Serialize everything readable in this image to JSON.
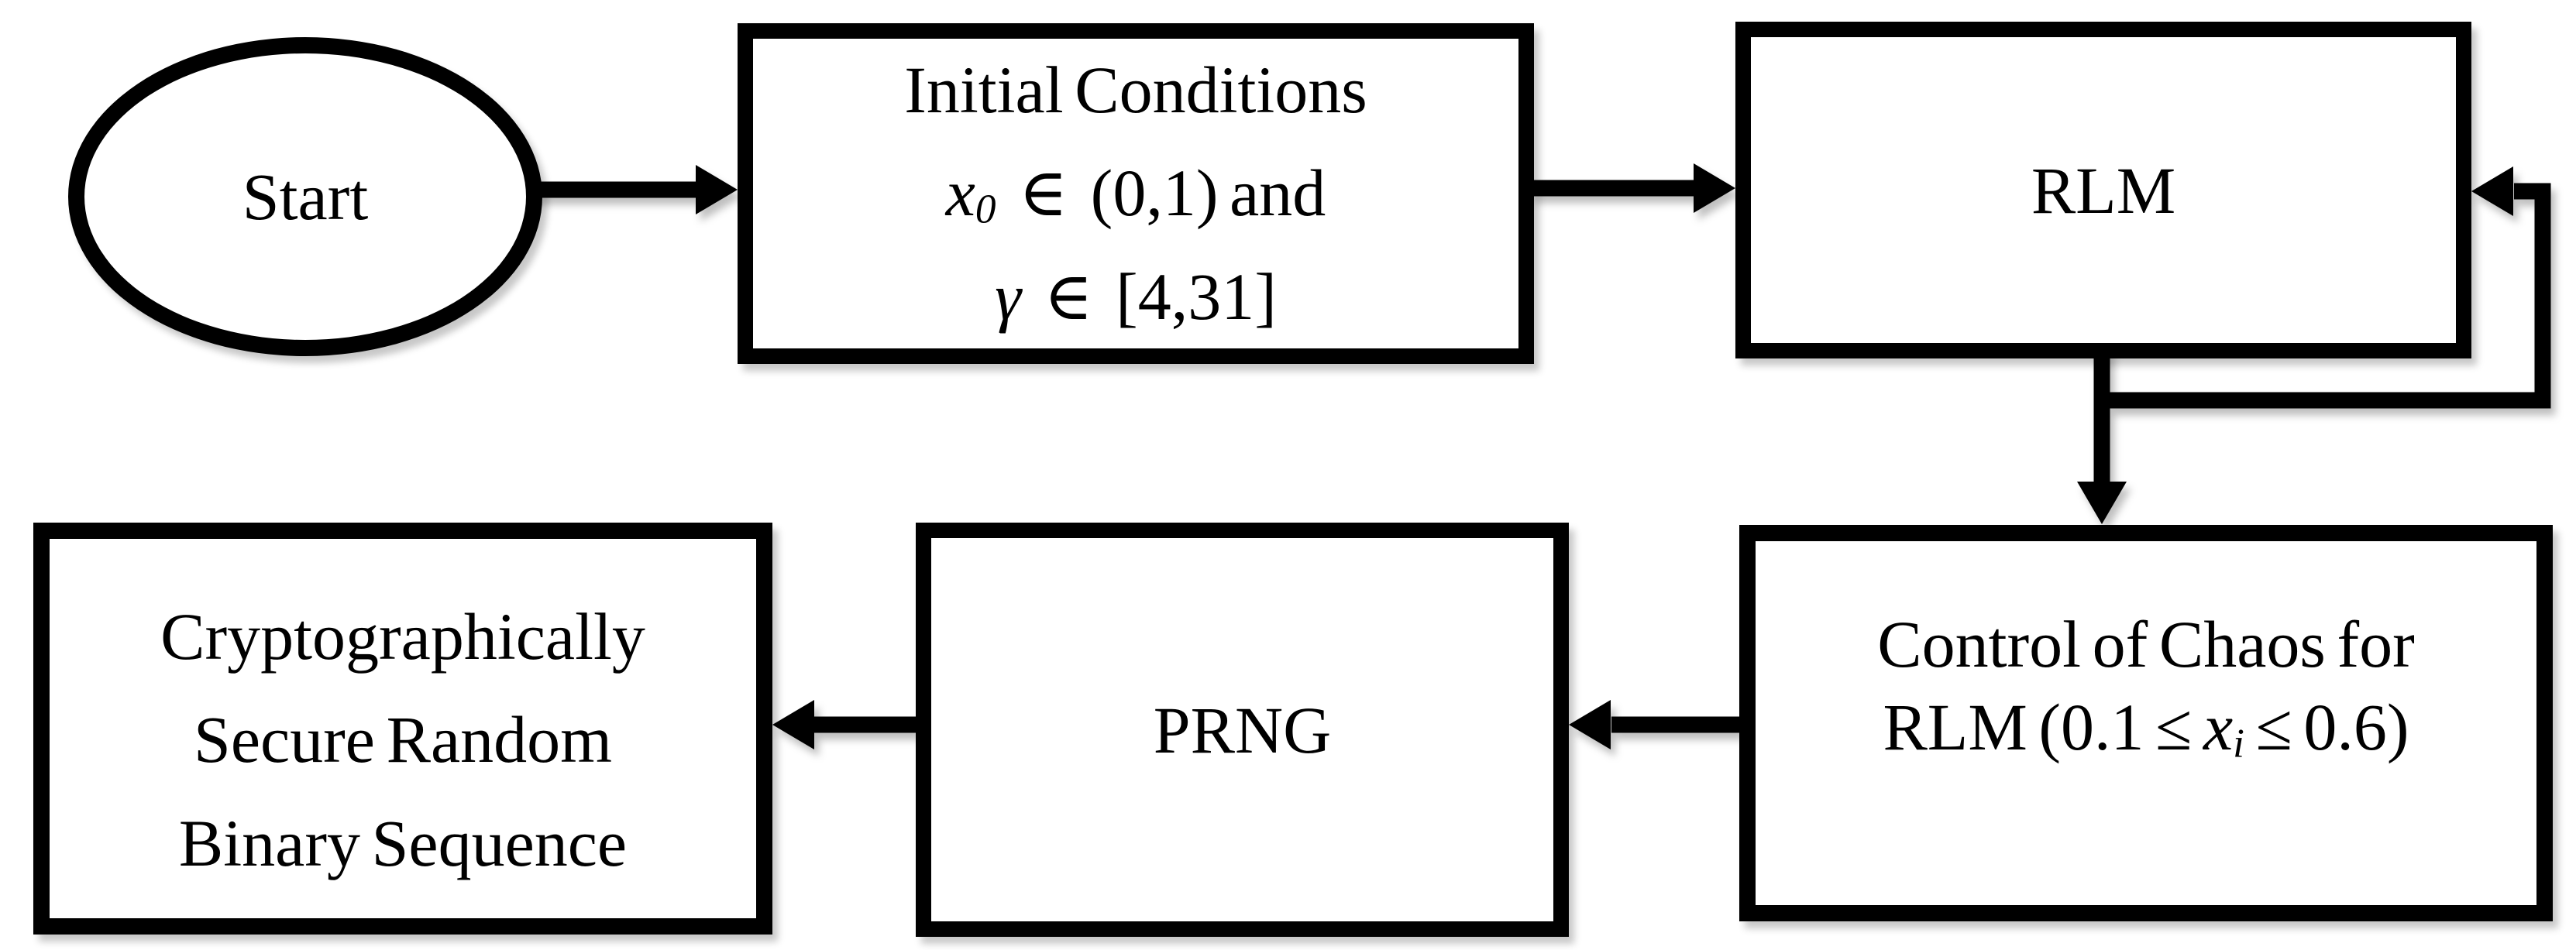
{
  "figure": {
    "type": "flowchart",
    "colors": {
      "ink": "#000000",
      "background": "#ffffff"
    },
    "nodes": {
      "start": {
        "shape": "ellipse",
        "label": "Start"
      },
      "initial_conditions": {
        "shape": "rect",
        "line1": "Initial Conditions",
        "line2_var": "x",
        "line2_sub": "0",
        "line2_rest": "  ∈  (0,1) and",
        "line3_var": "γ",
        "line3_rest": "  ∈  [4,31]"
      },
      "rlm": {
        "shape": "rect",
        "label": "RLM"
      },
      "control_of_chaos": {
        "shape": "rect",
        "line1": "Control of Chaos for",
        "line2_prefix": "RLM (0.1 ≤ ",
        "line2_var": "x",
        "line2_sub": "i",
        "line2_suffix": " ≤ 0.6)"
      },
      "prng": {
        "shape": "rect",
        "label": "PRNG"
      },
      "csprng_output": {
        "shape": "rect",
        "line1": "Cryptographically",
        "line2": "Secure Random",
        "line3": "Binary Sequence"
      }
    },
    "edges": [
      {
        "from": "start",
        "to": "initial_conditions",
        "style": "straight-right"
      },
      {
        "from": "initial_conditions",
        "to": "rlm",
        "style": "straight-right"
      },
      {
        "from": "rlm",
        "to": "control_of_chaos",
        "style": "elbow-down"
      },
      {
        "from": "rlm",
        "to": "rlm",
        "style": "feedback-loop-right"
      },
      {
        "from": "control_of_chaos",
        "to": "prng",
        "style": "straight-left"
      },
      {
        "from": "prng",
        "to": "csprng_output",
        "style": "straight-left"
      }
    ]
  }
}
